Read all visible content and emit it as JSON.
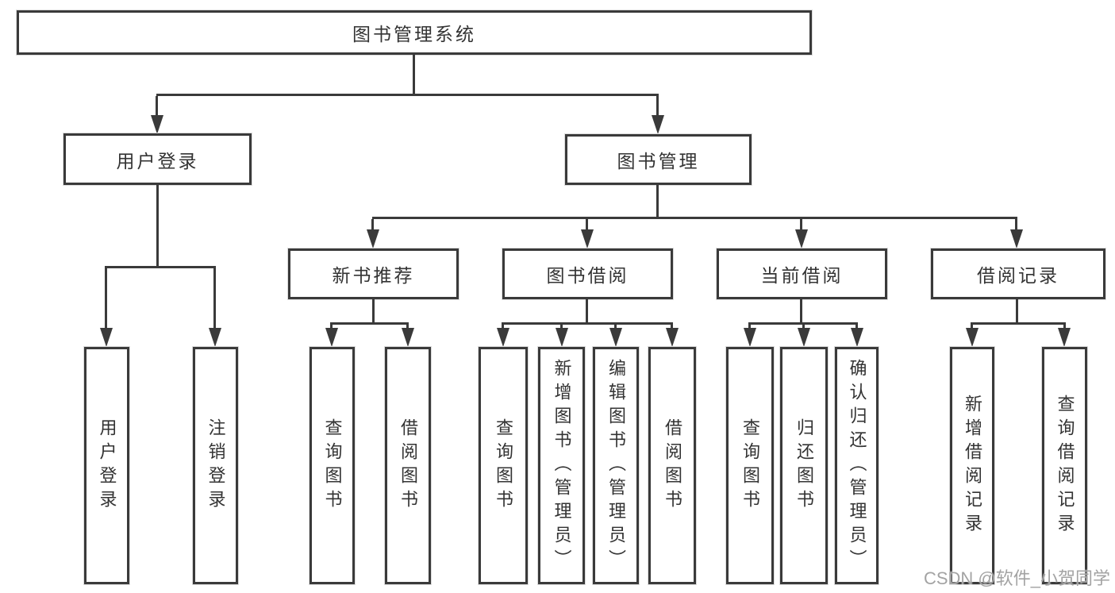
{
  "tree": {
    "root": {
      "label": "图书管理系统"
    },
    "branches": [
      {
        "label": "用户登录",
        "children": [
          {
            "label": "用户登录"
          },
          {
            "label": "注销登录"
          }
        ]
      },
      {
        "label": "图书管理",
        "children": [
          {
            "label": "新书推荐",
            "children": [
              {
                "label": "查询图书"
              },
              {
                "label": "借阅图书"
              }
            ]
          },
          {
            "label": "图书借阅",
            "children": [
              {
                "label": "查询图书"
              },
              {
                "label": "新增图书（管理员）"
              },
              {
                "label": "编辑图书（管理员）"
              },
              {
                "label": "借阅图书"
              }
            ]
          },
          {
            "label": "当前借阅",
            "children": [
              {
                "label": "查询图书"
              },
              {
                "label": "归还图书"
              },
              {
                "label": "确认归还（管理员）"
              }
            ]
          },
          {
            "label": "借阅记录",
            "children": [
              {
                "label": "新增借阅记录"
              },
              {
                "label": "查询借阅记录"
              }
            ]
          }
        ]
      }
    ]
  },
  "watermark": "CSDN @软件_小贺同学",
  "colors": {
    "line": "#3a3a3a",
    "text": "#333333",
    "watermark": "#a3a3a3",
    "background": "#ffffff"
  }
}
